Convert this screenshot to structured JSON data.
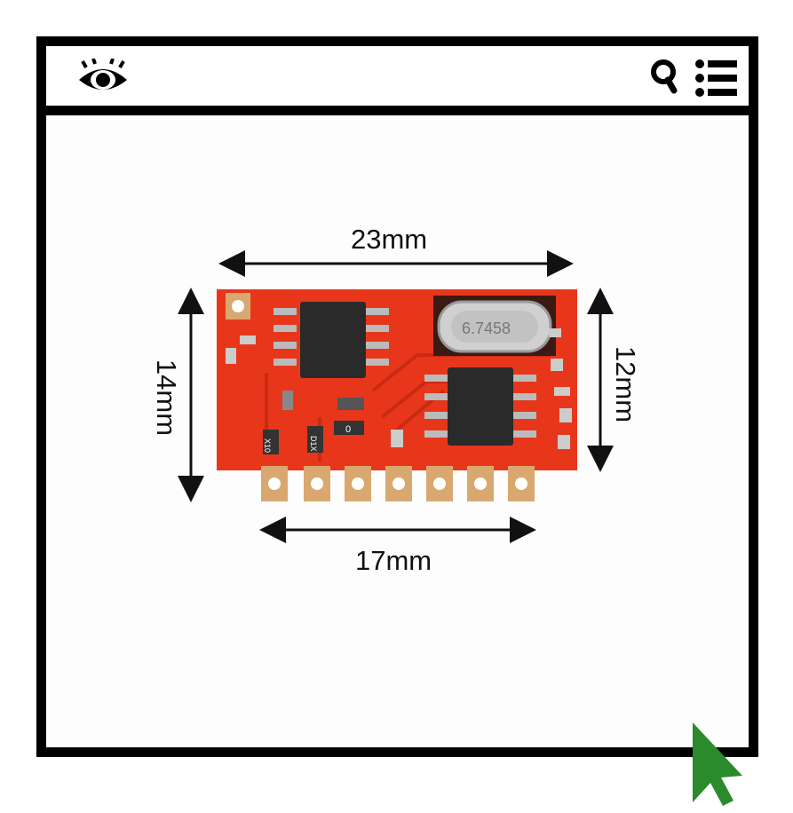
{
  "colors": {
    "frame": "#000000",
    "pcb": "#e8361b",
    "pcb_dark": "#c92a12",
    "pad": "#d9a870",
    "chip": "#2a2a2a",
    "crystal": "#bdbdbd",
    "cursor": "#2b8a2b"
  },
  "icons": {
    "eye": "eye-icon",
    "search": "search-icon",
    "menu": "menu-list-icon",
    "cursor": "mouse-cursor-icon"
  },
  "dimensions": {
    "top": "23mm",
    "bottom": "17mm",
    "left": "14mm",
    "right": "12mm"
  },
  "board": {
    "crystal_label": "6.7458",
    "resistor_1": "X10",
    "resistor_2": "D1X",
    "resistor_3": "0"
  }
}
